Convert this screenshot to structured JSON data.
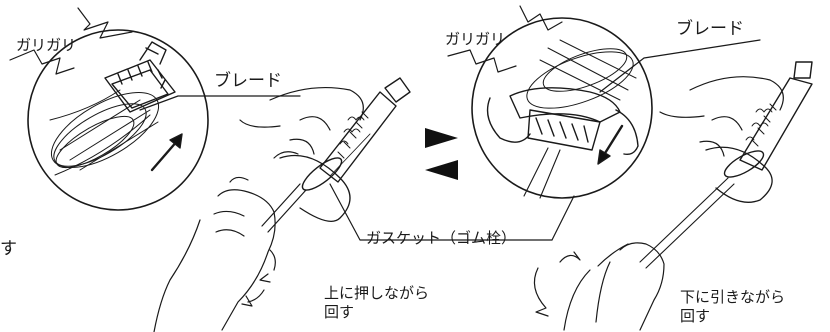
{
  "labels": {
    "scrape_left": "ガリガリ",
    "blade_left": "ブレード",
    "scrape_right": "ガリガリ",
    "blade_right": "ブレード",
    "gasket": "ガスケット（ゴム栓）",
    "edge_char": "す",
    "push_rotate": [
      "上に押しながら",
      "回す"
    ],
    "pull_rotate": [
      "下に引きながら",
      "回す"
    ]
  },
  "colors": {
    "line": "#1a1a1a",
    "arrow_fill": "#111111"
  }
}
